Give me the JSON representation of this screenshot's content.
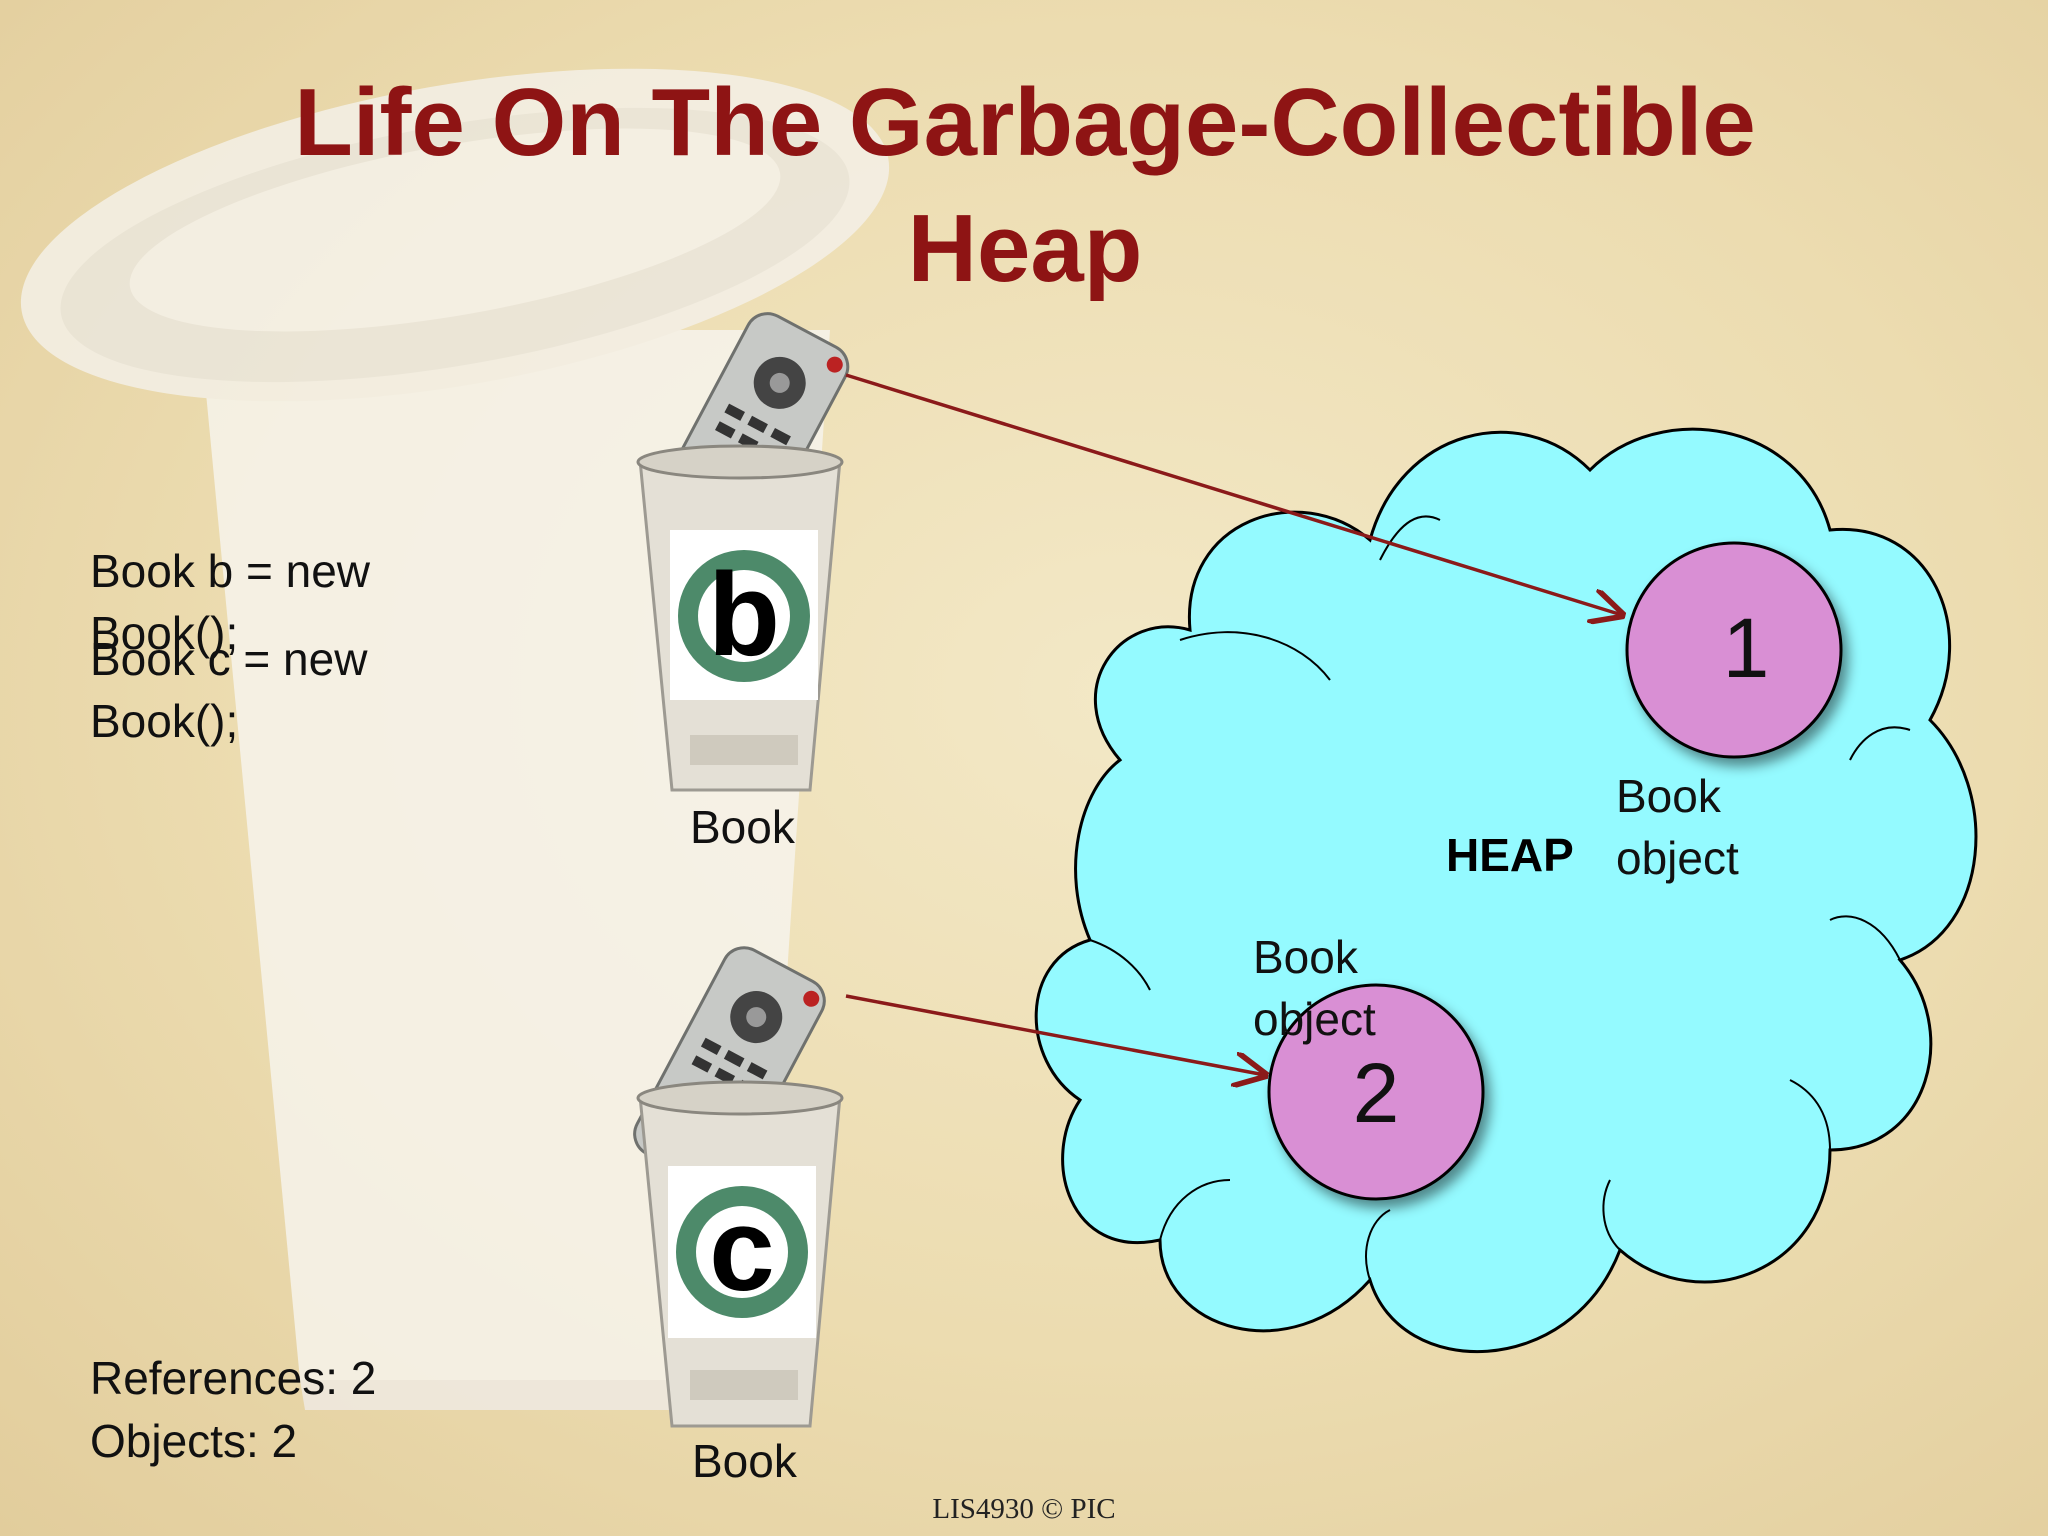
{
  "slide": {
    "title_line1": "Life On The Garbage-Collectible",
    "title_line2": "Heap",
    "code": {
      "line1": "Book b = new",
      "line2": "Book();",
      "line3": "Book c = new",
      "line4": "Book();"
    },
    "stats": {
      "references": "References: 2",
      "objects": "Objects: 2"
    },
    "cups": [
      {
        "letter": "b",
        "caption": "Book"
      },
      {
        "letter": "c",
        "caption": "Book"
      }
    ],
    "heap": {
      "label": "HEAP",
      "objects": [
        {
          "number": "1",
          "label_line1": "Book",
          "label_line2": "object"
        },
        {
          "number": "2",
          "label_line1": "Book",
          "label_line2": "object"
        }
      ]
    },
    "footer": "LIS4930 © PIC",
    "colors": {
      "title": "#8e1414",
      "arrow": "#8b1a1a",
      "cloud": "#94faff",
      "object_circle": "#d98fd4",
      "background": "#efe2bb"
    }
  }
}
